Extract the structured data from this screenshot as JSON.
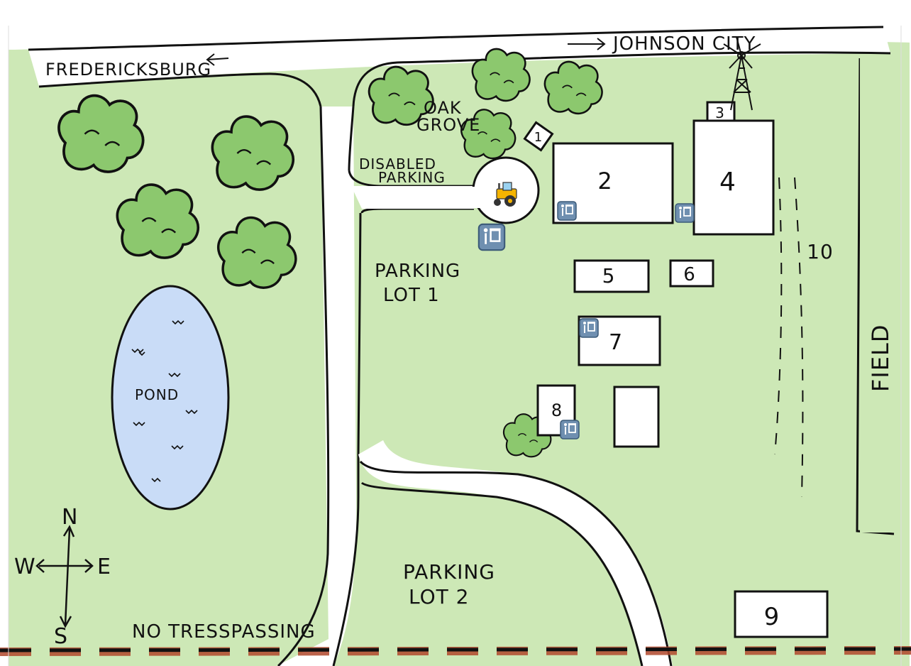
{
  "colors": {
    "grass": "#cde8b6",
    "road": "#ffffff",
    "outline": "#111111",
    "tree": "#8cc86e",
    "pond": "#c9dcf7",
    "boundary": "#b0482b",
    "trash_icon": "#5e8e86",
    "trash_icon_blue": "#6f8fb0"
  },
  "roads": {
    "to_fredericksburg": "FREDERICKSBURG",
    "to_johnson_city": "JOHNSON CITY"
  },
  "areas": {
    "oak_grove_line1": "OAK",
    "oak_grove_line2": "GROVE",
    "disabled_parking_line1": "DISABLED",
    "disabled_parking_line2": "PARKING",
    "parking_lot_1_line1": "PARKING",
    "parking_lot_1_line2": "LOT 1",
    "parking_lot_2_line1": "PARKING",
    "parking_lot_2_line2": "LOT 2",
    "pond": "POND",
    "field": "FIELD",
    "no_trespassing": "NO TRESSPASSING"
  },
  "buildings": {
    "b1": "1",
    "b2": "2",
    "b3": "3",
    "b4": "4",
    "b5": "5",
    "b6": "6",
    "b7": "7",
    "b8": "8",
    "b9": "9",
    "b10": "10"
  },
  "compass": {
    "north": "N",
    "south": "S",
    "east": "E",
    "west": "W"
  },
  "icons": {
    "tractor": "tractor-icon",
    "trash": "trash-can-icon",
    "windmill": "windmill-icon"
  }
}
